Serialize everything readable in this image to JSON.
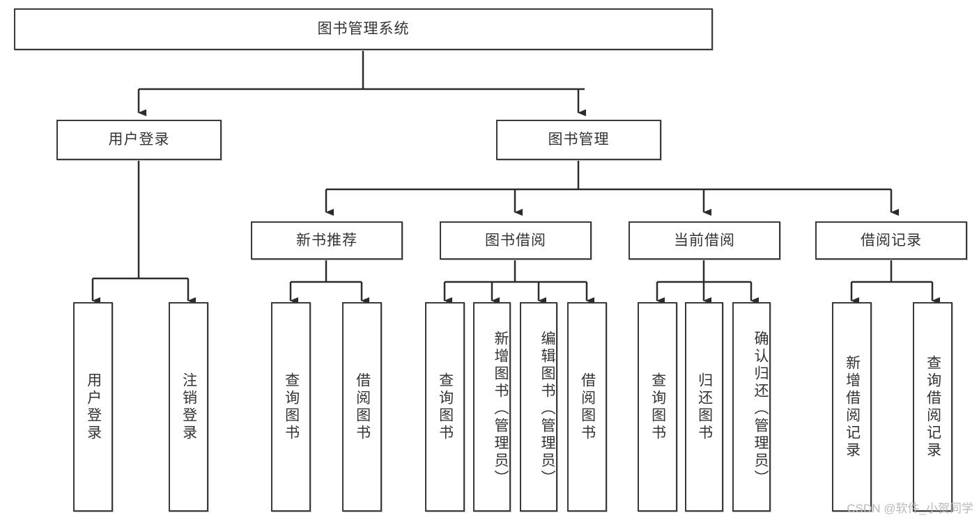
{
  "diagram": {
    "title": "图书管理系统",
    "type": "tree-hierarchy",
    "watermark": "CSDN @软件_小贺同学",
    "colors": {
      "background": "#ffffff",
      "box_border": "#3a3a3a",
      "box_fill": "#ffffff",
      "text": "#333333",
      "connector": "#2b2b2b",
      "watermark": "#b9b9b9"
    },
    "root": {
      "label": "图书管理系统"
    },
    "level2": [
      {
        "label": "用户登录"
      },
      {
        "label": "图书管理"
      }
    ],
    "level3": [
      {
        "label": "新书推荐"
      },
      {
        "label": "图书借阅"
      },
      {
        "label": "当前借阅"
      },
      {
        "label": "借阅记录"
      }
    ],
    "leaves": {
      "user_login": [
        {
          "label": "用户登录"
        },
        {
          "label": "注销登录"
        }
      ],
      "new_book_recommend": [
        {
          "label": "查询图书"
        },
        {
          "label": "借阅图书"
        }
      ],
      "book_borrow": [
        {
          "label": "查询图书"
        },
        {
          "label": "新增图书（管理员）"
        },
        {
          "label": "编辑图书（管理员）"
        },
        {
          "label": "借阅图书"
        }
      ],
      "current_borrow": [
        {
          "label": "查询图书"
        },
        {
          "label": "归还图书"
        },
        {
          "label": "确认归还（管理员）"
        }
      ],
      "borrow_record": [
        {
          "label": "新增借阅记录"
        },
        {
          "label": "查询借阅记录"
        }
      ]
    }
  }
}
